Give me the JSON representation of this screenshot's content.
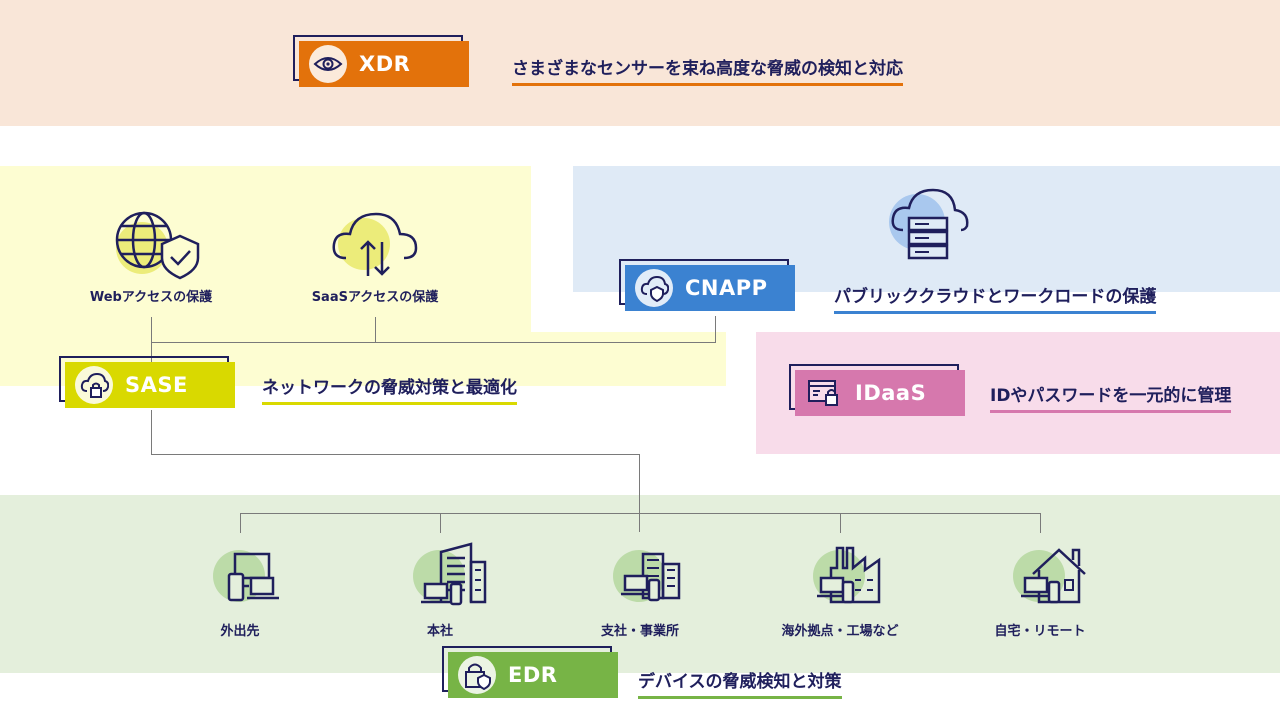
{
  "colors": {
    "navy": "#1f1f5c",
    "xdr": "#e3720b",
    "sase": "#d9d900",
    "cnapp": "#3b82d1",
    "idaas": "#d678ad",
    "edr": "#77b446"
  },
  "xdr": {
    "label": "XDR",
    "icon": "eye-icon",
    "description": "さまざまなセンサーを束ね高度な脅威の検知と対応"
  },
  "sase": {
    "label": "SASE",
    "icon": "cloud-lock-icon",
    "description": "ネットワークの脅威対策と最適化",
    "items": [
      {
        "label": "Webアクセスの保護",
        "icon": "globe-shield-icon"
      },
      {
        "label": "SaaSアクセスの保護",
        "icon": "cloud-transfer-icon"
      }
    ]
  },
  "cnapp": {
    "label": "CNAPP",
    "icon": "cloud-shield-icon",
    "description": "パブリッククラウドとワークロードの保護",
    "item_icon": "cloud-server-icon"
  },
  "idaas": {
    "label": "IDaaS",
    "icon": "id-lock-icon",
    "description": "IDやパスワードを一元的に管理"
  },
  "edr": {
    "label": "EDR",
    "icon": "lock-shield-icon",
    "description": "デバイスの脅威検知と対策",
    "locations": [
      {
        "label": "外出先",
        "icon": "devices-icon"
      },
      {
        "label": "本社",
        "icon": "headquarters-building-icon"
      },
      {
        "label": "支社・事業所",
        "icon": "branch-office-icon"
      },
      {
        "label": "海外拠点・工場など",
        "icon": "factory-icon"
      },
      {
        "label": "自宅・リモート",
        "icon": "home-icon"
      }
    ]
  }
}
